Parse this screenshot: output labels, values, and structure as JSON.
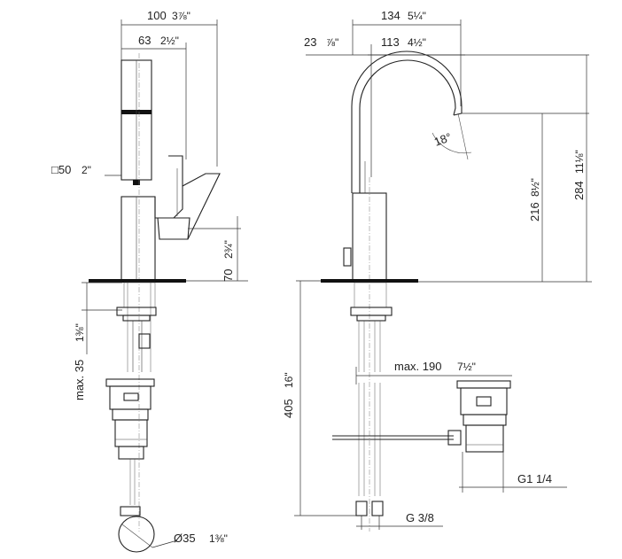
{
  "left_view": {
    "dim_width_total": "100",
    "dim_width_total_in": "3⅞\"",
    "dim_width_spout": "63",
    "dim_width_spout_in": "2½\"",
    "dim_square": "□50",
    "dim_square_in": "2\"",
    "dim_height_outlet": "70",
    "dim_height_outlet_in": "2¾\"",
    "dim_max_thickness": "max. 35",
    "dim_max_thickness_in": "1⅜\"",
    "dim_bore_dia": "Ø35",
    "dim_bore_dia_in": "1⅜\""
  },
  "right_view": {
    "dim_projection_total": "134",
    "dim_projection_total_in": "5¼\"",
    "dim_projection_spout": "113",
    "dim_projection_spout_in": "4½\"",
    "dim_offset": "23",
    "dim_offset_in": "⅞\"",
    "dim_angle": "18°",
    "dim_height_outlet": "216",
    "dim_height_outlet_in": "8½\"",
    "dim_height_total": "284",
    "dim_height_total_in": "11⅛\"",
    "dim_hose_length": "405",
    "dim_hose_length_in": "16\"",
    "dim_max_reach": "max. 190",
    "dim_max_reach_in": "7½\"",
    "thread_waste": "G1 1/4",
    "thread_supply": "G 3/8"
  }
}
